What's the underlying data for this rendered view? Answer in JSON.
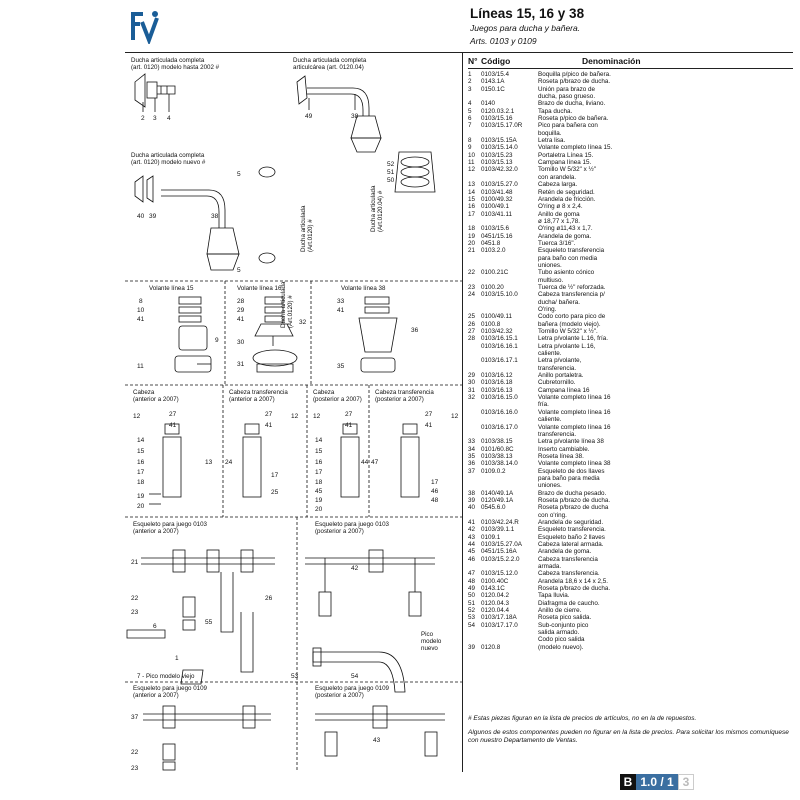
{
  "brand": {
    "logo_text": "fv",
    "color": "#1a5d97"
  },
  "header": {
    "title": "Líneas 15, 16 y 38",
    "subtitle": "Juegos para ducha y bañera.",
    "articles": "Arts. 0103 y 0109"
  },
  "table": {
    "headers": {
      "num": "N°",
      "code": "Código",
      "desc": "Denominación"
    },
    "rows": [
      [
        "1",
        "0103/15.4",
        "Boquilla p/pico de bañera."
      ],
      [
        "2",
        "0143.1A",
        "Roseta p/brazo de ducha."
      ],
      [
        "3",
        "0150.1C",
        "Unión para brazo de"
      ],
      [
        "",
        "",
        "ducha, paso grueso."
      ],
      [
        "4",
        "0140",
        "Brazo de ducha, liviano."
      ],
      [
        "5",
        "0120.03.2.1",
        "Tapa ducha."
      ],
      [
        "6",
        "0103/15.16",
        "Roseta p/pico de bañera."
      ],
      [
        "7",
        "0103/15.17.0R",
        "Pico para bañera con"
      ],
      [
        "",
        "",
        "boquilla."
      ],
      [
        "8",
        "0103/15.15A",
        "Letra lisa."
      ],
      [
        "9",
        "0103/15.14.0",
        "Volante completo línea 15."
      ],
      [
        "10",
        "0103/15.23",
        "Portaletra Línea 15."
      ],
      [
        "11",
        "0103/15.13",
        "Campana línea 15."
      ],
      [
        "12",
        "0103/42.32.0",
        "Tornillo W 5/32\" x ½\""
      ],
      [
        "",
        "",
        "con arandela."
      ],
      [
        "13",
        "0103/15.27.0",
        "Cabeza larga."
      ],
      [
        "14",
        "0103/41.48",
        "Retén de seguridad."
      ],
      [
        "15",
        "0100/49.32",
        "Arandela de fricción."
      ],
      [
        "16",
        "0100/49.1",
        "O'ring ø 8 x 2,4."
      ],
      [
        "17",
        "0103/41.11",
        "Anillo de goma"
      ],
      [
        "",
        "",
        "ø 18,77 x 1,78."
      ],
      [
        "18",
        "0103/15.6",
        "O'ring ø11,43 x 1,7."
      ],
      [
        "19",
        "0451/15.16",
        "Arandela de goma."
      ],
      [
        "20",
        "0451.8",
        "Tuerca 3/16\"."
      ],
      [
        "21",
        "0103.2.0",
        "Esqueleto transferencia"
      ],
      [
        "",
        "",
        "para baño con media"
      ],
      [
        "",
        "",
        "uniones."
      ],
      [
        "22",
        "0100.21C",
        "Tubo asiento cónico"
      ],
      [
        "",
        "",
        "multiuso."
      ],
      [
        "23",
        "0100.20",
        "Tuerca de ½\" reforzada."
      ],
      [
        "24",
        "0103/15.10.0",
        "Cabeza transferencia p/"
      ],
      [
        "",
        "",
        "ducha/ bañera."
      ],
      [
        "",
        "",
        "O'ring."
      ],
      [
        "25",
        "0100/49.11",
        "Codo corto para pico de"
      ],
      [
        "26",
        "0100.8",
        "bañera (modelo viejo)."
      ],
      [
        "27",
        "0103/42.32",
        "Tornillo W 5/32\" x ½\"."
      ],
      [
        "28",
        "0103/16.15.1",
        "Letra p/volante L.16, fría."
      ],
      [
        "",
        "0103/16.16.1",
        "Letra p/volante L.16,"
      ],
      [
        "",
        "",
        "caliente."
      ],
      [
        "",
        "0103/16.17.1",
        "Letra p/volante,"
      ],
      [
        "",
        "",
        "transferencia."
      ],
      [
        "29",
        "0103/16.12",
        "Anillo portaletra."
      ],
      [
        "30",
        "0103/16.18",
        "Cubretornillo."
      ],
      [
        "31",
        "0103/16.13",
        "Campana línea 16"
      ],
      [
        "32",
        "0103/16.15.0",
        "Volante completo línea 16"
      ],
      [
        "",
        "",
        "fría."
      ],
      [
        "",
        "0103/16.16.0",
        "Volante completo línea 16"
      ],
      [
        "",
        "",
        "caliente."
      ],
      [
        "",
        "0103/16.17.0",
        "Volante completo línea 16"
      ],
      [
        "",
        "",
        "transferencia."
      ],
      [
        "33",
        "0103/38.15",
        "Letra p/volante línea 38"
      ],
      [
        "34",
        "0101/60.8C",
        "Inserto cambiable."
      ],
      [
        "35",
        "0103/38.13",
        "Roseta línea 38."
      ],
      [
        "36",
        "0103/38.14.0",
        "Volante completo línea 38"
      ],
      [
        "37",
        "0109.0.2",
        "Esqueleto de dos llaves"
      ],
      [
        "",
        "",
        "para baño para media"
      ],
      [
        "",
        "",
        "uniones."
      ],
      [
        "38",
        "0140/49.1A",
        "Brazo de ducha pesado."
      ],
      [
        "39",
        "0120/49.1A",
        "Roseta p/brazo de ducha."
      ],
      [
        "40",
        "0545.6.0",
        "Roseta p/brazo de ducha"
      ],
      [
        "",
        "",
        "con o'ring."
      ],
      [
        "41",
        "0103/42.24.R",
        "Arandela de seguridad."
      ],
      [
        "42",
        "0103/39.1.1",
        "Esqueleto transferencia."
      ],
      [
        "43",
        "0109.1",
        "Esqueleto baño 2 llaves"
      ],
      [
        "44",
        "0103/15.27.0A",
        "Cabeza lateral armada."
      ],
      [
        "45",
        "0451/15.16A",
        "Arandela de goma."
      ],
      [
        "46",
        "0103/15.2.2.0",
        "Cabeza transferencia"
      ],
      [
        "",
        "",
        "armada."
      ],
      [
        "47",
        "0103/15.12.0",
        "Cabeza transferencia."
      ],
      [
        "48",
        "0100.40C",
        "Arandela 18,6 x 14 x 2,5."
      ],
      [
        "49",
        "0143.1C",
        "Roseta p/brazo de ducha."
      ],
      [
        "50",
        "0120.04.2",
        "Tapa lluvia."
      ],
      [
        "51",
        "0120.04.3",
        "Diafragma de caucho."
      ],
      [
        "52",
        "0120.04.4",
        "Anillo de cierre."
      ],
      [
        "53",
        "0103/17.18A",
        "Roseta pico salida."
      ],
      [
        "54",
        "0103/17.17.0",
        "Sub-conjunto pico"
      ],
      [
        "",
        "",
        "salida armado."
      ],
      [
        "",
        "",
        "Codo pico salida"
      ],
      [
        "39",
        "0120.8",
        "(modelo nuevo)."
      ]
    ]
  },
  "notes": {
    "n1": "# Estas piezas figuran en la lista de precios de artículos, no en la de repuestos.",
    "n2": "Algunos de estos componentes pueden no figurar en la lista de precios. Para solicitar los mismos comuníquese con nuestro Departamento de Ventas."
  },
  "pager": {
    "section": "B",
    "version": "1.0 / 1",
    "page": "3"
  },
  "diagram": {
    "labels": {
      "s1a": "Ducha articulada completa",
      "s1b": "(art. 0120) modelo hasta 2002 #",
      "s2a": "Ducha articulada completa",
      "s2b": "articulcárea (art. 0120.04)",
      "s3a": "Ducha articulada completa",
      "s3b": "(art. 0120) modelo nuevo #",
      "v1": "Ducha articulada",
      "v1b": "(Art.0120) #",
      "v2": "Ducha articulada",
      "v2b": "(Art.0120.04) #",
      "v3": "Ducha articulada",
      "v3b": "(Art.0120) #",
      "vol15": "Volante línea 15",
      "vol16": "Volante línea 16",
      "vol38": "Volante línea 38",
      "cab1a": "Cabeza",
      "cab1b": "(anterior a 2007)",
      "cab2a": "Cabeza transferencia",
      "cab2b": "(anterior a 2007)",
      "cab3a": "Cabeza",
      "cab3b": "(posterior a 2007)",
      "cab4a": "Cabeza transferencia",
      "cab4b": "(posterior a 2007)",
      "esq1a": "Esqueleto para juego 0103",
      "esq1b": "(anterior a 2007)",
      "esq2a": "Esqueleto para juego 0103",
      "esq2b": "(posterior a 2007)",
      "pico_viejo": "7 - Pico modelo viejo",
      "pico_n1": "Pico",
      "pico_n2": "modelo",
      "pico_n3": "nuevo",
      "esq3a": "Esqueleto para juego 0109",
      "esq3b": "(anterior a 2007)",
      "esq4a": "Esqueleto para juego 0109",
      "esq4b": "(posterior a 2007)"
    },
    "nums": {
      "n2": "2",
      "n3": "3",
      "n4": "4",
      "n49": "49",
      "n38a": "38",
      "n40": "40",
      "n39": "39",
      "n38b": "38",
      "n5a": "5",
      "n5b": "5",
      "n52": "52",
      "n51": "51",
      "n50": "50",
      "n8": "8",
      "n10": "10",
      "n41a": "41",
      "n9": "9",
      "n11": "11",
      "n28": "28",
      "n29": "29",
      "n41b": "41",
      "n32": "32",
      "n30": "30",
      "n31": "31",
      "n33": "33",
      "n41c": "41",
      "n36": "36",
      "n35": "35",
      "n12a": "12",
      "n27a": "27",
      "n41d": "41",
      "n14": "14",
      "n15": "15",
      "n16": "16",
      "n17": "17",
      "n18": "18",
      "n19": "19",
      "n20": "20",
      "n13": "13",
      "n24": "24",
      "n27b": "27",
      "n12b": "12",
      "n41e": "41",
      "n17b": "17",
      "n25": "25",
      "n12c": "12",
      "n27c": "27",
      "n41f": "41",
      "n14b": "14",
      "n15b": "15",
      "n16b": "16",
      "n17c": "17",
      "n18b": "18",
      "n45": "45",
      "n19b": "19",
      "n20b": "20",
      "n44": "44",
      "n47": "47",
      "n27d": "27",
      "n12d": "12",
      "n41g": "41",
      "n17d": "17",
      "n46": "46",
      "n48": "48",
      "n21": "21",
      "n22a": "22",
      "n23a": "23",
      "n26": "26",
      "n55": "55",
      "n6": "6",
      "n1": "1",
      "n42": "42",
      "n53": "53",
      "n54": "54",
      "n37": "37",
      "n22b": "22",
      "n23b": "23",
      "n43": "43"
    }
  }
}
